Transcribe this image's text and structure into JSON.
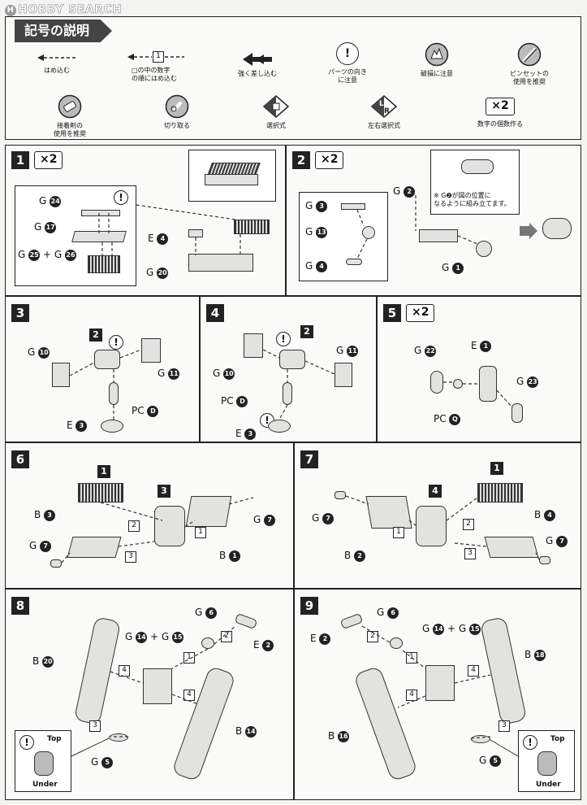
{
  "watermark": "HOBBY SEARCH",
  "legend": {
    "title": "記号の説明",
    "items": [
      {
        "icon": "dashed-arrow-icon",
        "label": "はめ込む"
      },
      {
        "icon": "numbered-arrow-icon",
        "num": "1",
        "label": "□の中の数字\nの順にはめ込む"
      },
      {
        "icon": "bold-arrow-icon",
        "label": "強く差し込む"
      },
      {
        "icon": "exclamation-icon",
        "label": "パーツの向き\nに注意"
      },
      {
        "icon": "breakage-icon",
        "label": "破損に注意"
      },
      {
        "icon": "tweezers-icon",
        "label": "ピンセットの\n使用を推奨"
      },
      {
        "icon": "glue-icon",
        "label": "接着剤の\n使用を推奨"
      },
      {
        "icon": "cut-icon",
        "label": "切り取る"
      },
      {
        "icon": "select-icon",
        "label": "選択式"
      },
      {
        "icon": "left-right-icon",
        "label": "左右選択式"
      },
      {
        "icon": "times-icon",
        "text": "×2",
        "label": "数字の個数作る"
      }
    ]
  },
  "steps": [
    {
      "no": "1",
      "mult": "×2",
      "labels": [
        "G",
        "G",
        "G",
        "G",
        "E",
        "G"
      ],
      "parts": [
        "24",
        "17",
        "25",
        "26",
        "4",
        "20"
      ]
    },
    {
      "no": "2",
      "mult": "×2",
      "labels": [
        "G",
        "G",
        "G",
        "G",
        "G"
      ],
      "parts": [
        "3",
        "13",
        "4",
        "2",
        "1"
      ],
      "note": "※ G❷が図の位置に\nなるように組み立てます。"
    },
    {
      "no": "3",
      "labels": [
        "G",
        "G",
        "PC",
        "E"
      ],
      "parts": [
        "10",
        "11",
        "D",
        "3"
      ],
      "sub": "2"
    },
    {
      "no": "4",
      "labels": [
        "G",
        "G",
        "PC",
        "E"
      ],
      "parts": [
        "10",
        "11",
        "D",
        "3"
      ],
      "sub": "2"
    },
    {
      "no": "5",
      "mult": "×2",
      "labels": [
        "G",
        "E",
        "G",
        "PC"
      ],
      "parts": [
        "22",
        "1",
        "23",
        "Q"
      ]
    },
    {
      "no": "6",
      "labels": [
        "B",
        "G",
        "G",
        "B"
      ],
      "parts": [
        "3",
        "7",
        "7",
        "1"
      ],
      "subs": [
        "1",
        "3"
      ],
      "seq": [
        "1",
        "2",
        "3"
      ]
    },
    {
      "no": "7",
      "labels": [
        "G",
        "B",
        "B",
        "G"
      ],
      "parts": [
        "7",
        "2",
        "4",
        "7"
      ],
      "subs": [
        "4",
        "1"
      ],
      "seq": [
        "1",
        "2",
        "3"
      ]
    },
    {
      "no": "8",
      "labels": [
        "G",
        "B",
        "E",
        "B",
        "G"
      ],
      "parts": [
        "6",
        "20",
        "2",
        "14",
        "5"
      ],
      "pair": [
        "14",
        "15"
      ],
      "seq": [
        "1",
        "2",
        "3",
        "4",
        "4"
      ],
      "top": "Top",
      "under": "Under"
    },
    {
      "no": "9",
      "labels": [
        "G",
        "E",
        "B",
        "B",
        "G"
      ],
      "parts": [
        "6",
        "2",
        "18",
        "16",
        "5"
      ],
      "pair": [
        "14",
        "15"
      ],
      "seq": [
        "1",
        "2",
        "3",
        "4",
        "4"
      ],
      "top": "Top",
      "under": "Under"
    }
  ]
}
